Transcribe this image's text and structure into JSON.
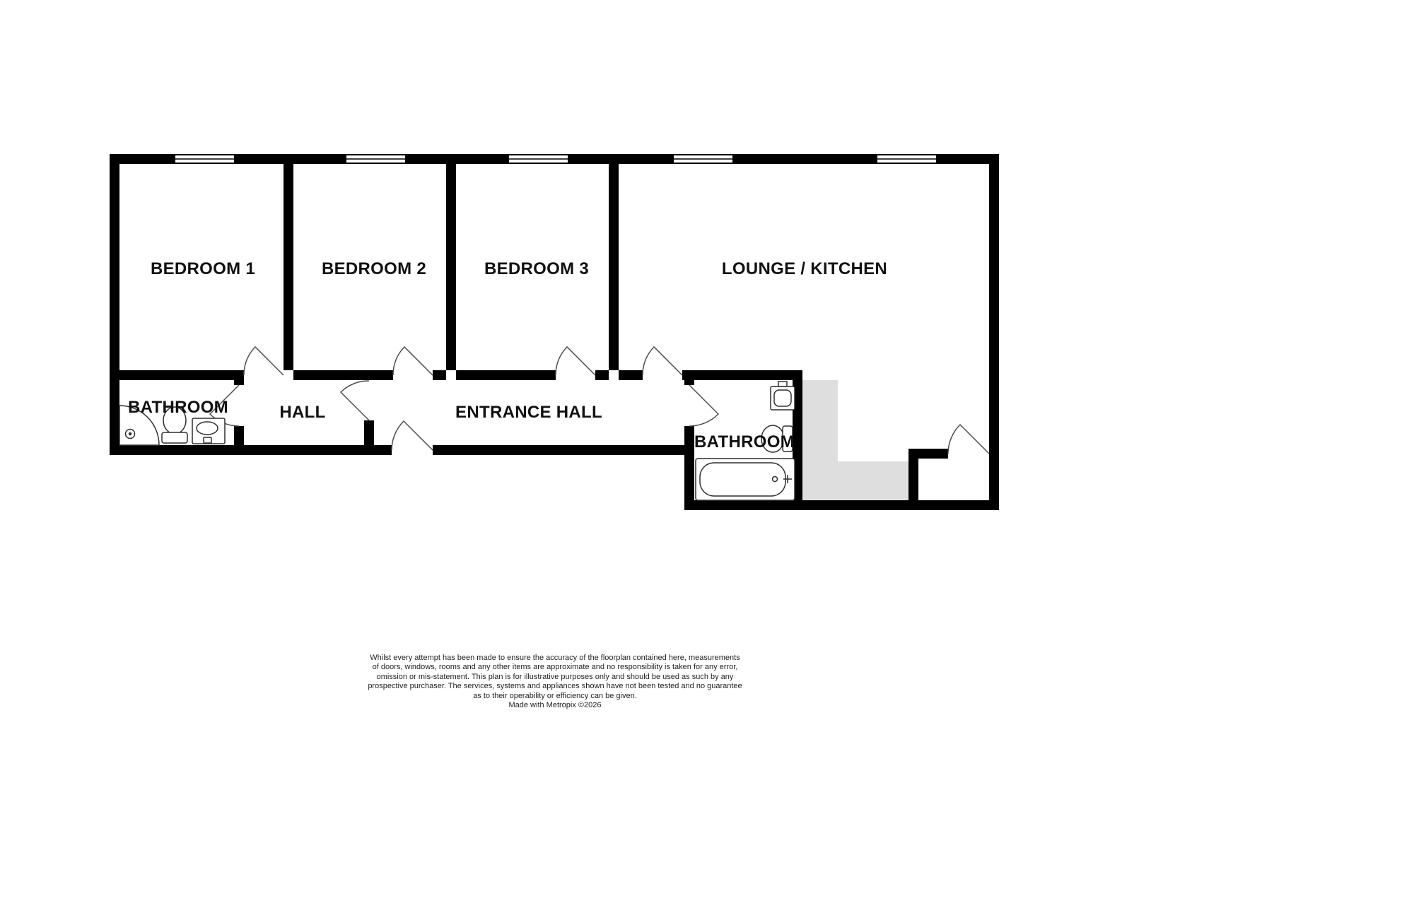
{
  "meta": {
    "document_type": "floorplan",
    "background_color": "#ffffff"
  },
  "colors": {
    "wall": "#000000",
    "label_text": "#111111",
    "shaded_area": "#dedede",
    "door_stroke": "#4d4d4d",
    "fixture_stroke": "#2e2e2e",
    "disclaimer_text": "#222222"
  },
  "rooms": {
    "bedroom1": {
      "label": "BEDROOM 1"
    },
    "bedroom2": {
      "label": "BEDROOM 2"
    },
    "bedroom3": {
      "label": "BEDROOM 3"
    },
    "lounge_kitchen": {
      "label": "LOUNGE / KITCHEN"
    },
    "bathroom_left": {
      "label": "BATHROOM"
    },
    "hall": {
      "label": "HALL"
    },
    "entrance_hall": {
      "label": "ENTRANCE HALL"
    },
    "bathroom_right": {
      "label": "BATHROOM"
    }
  },
  "fixtures": {
    "bathroom_left": [
      "corner-shower",
      "toilet",
      "basin"
    ],
    "bathroom_right": [
      "basin",
      "toilet",
      "bathtub"
    ]
  },
  "disclaimer": {
    "lines": [
      "Whilst every attempt has been made to ensure the accuracy of the floorplan contained here, measurements",
      "of doors, windows, rooms and any other items are approximate and no responsibility is taken for any error,",
      "omission or mis-statement. This plan is for illustrative purposes only and should be used as such by any",
      "prospective purchaser. The services, systems and appliances shown have not been tested and no guarantee",
      "as to their operability or efficiency can be given.",
      "Made with Metropix ©2026"
    ]
  }
}
